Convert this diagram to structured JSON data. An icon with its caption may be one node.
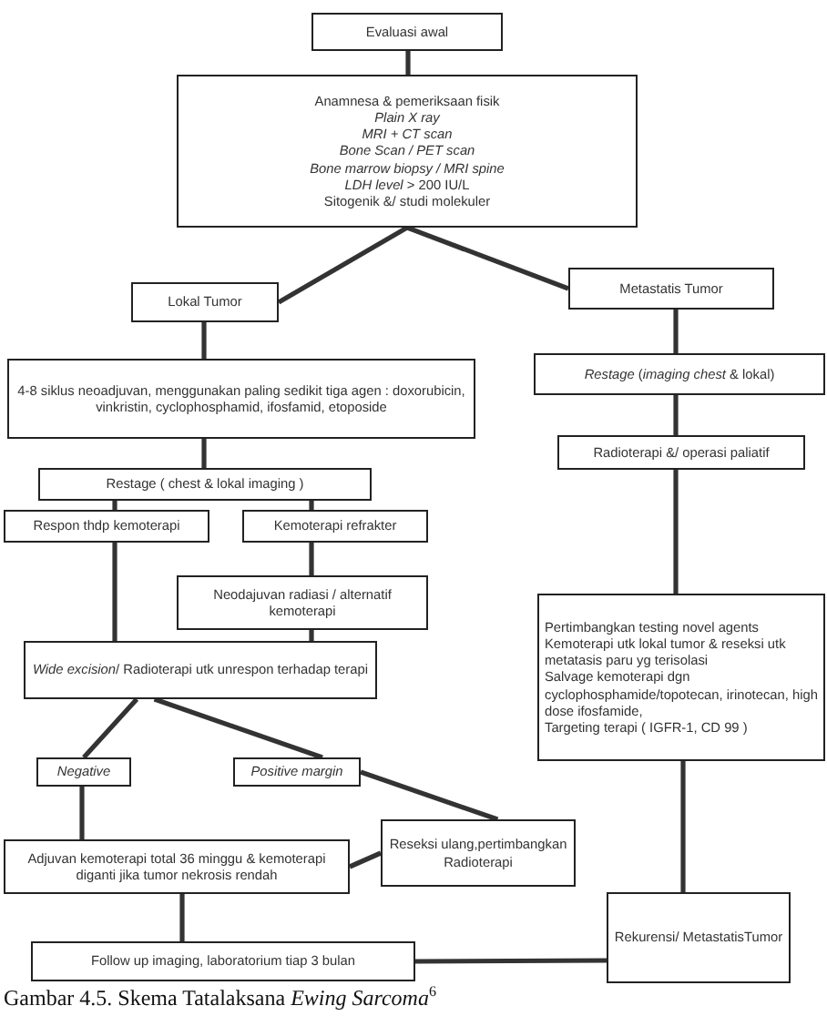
{
  "diagram": {
    "caption": "Gambar 4.5. Skema Tatalaksana *Ewing Sarcoma*$^{6}$",
    "nodes": [
      {
        "text": [
          "Evaluasi awal"
        ]
      },
      {
        "text": [
          "Anamnesa & pemeriksaan fisik",
          "Plain X ray",
          "MRI + CT scan",
          "Bone Scan / PET scan",
          "Bone marrow biopsy / MRI spine",
          "*LDH level* > 200 IU/L",
          "Sitogenik &/ studi molekuler"
        ]
      },
      {
        "text": [
          "Lokal  Tumor"
        ]
      },
      {
        "text": [
          "Metastatis Tumor"
        ]
      },
      {
        "text": [
          "4-8 siklus neoadjuvan, menggunakan paling sedikit tiga agen : doxorubicin, vinkristin, cyclophosphamid, ifosfamid, etoposide"
        ]
      },
      {
        "text": [
          "*Restage* (*imaging chest* & lokal)"
        ]
      },
      {
        "text": [
          "Radioterapi &/ operasi paliatif"
        ]
      },
      {
        "text": [
          "Restage ( chest & lokal imaging )"
        ]
      },
      {
        "text": [
          "Respon thdp kemoterapi"
        ]
      },
      {
        "text": [
          "Kemoterapi refrakter"
        ]
      },
      {
        "text": [
          "Neodajuvan radiasi / alternatif kemoterapi"
        ]
      },
      {
        "text": [
          "*Wide excision*/ Radioterapi utk unrespon terhadap terapi"
        ]
      },
      {
        "text": [
          "Pertimbangkan testing  novel agents",
          "Kemoterapi utk lokal tumor & reseksi utk metatasis paru yg terisolasi",
          "Salvage kemoterapi dgn cyclophosphamide/topotecan, irinotecan, high dose ifosfamide,",
          "Targeting terapi ( IGFR-1, CD 99 )"
        ]
      },
      {
        "text": [
          "Negative"
        ]
      },
      {
        "text": [
          "Positive margin"
        ]
      },
      {
        "text": [
          "Adjuvan kemoterapi  total 36 minggu & kemoterapi diganti jika tumor nekrosis rendah"
        ]
      },
      {
        "text": [
          "Reseksi ulang,pertimbangkan Radioterapi"
        ]
      },
      {
        "text": [
          "Follow up  imaging,  laboratorium tiap 3 bulan"
        ]
      },
      {
        "text": [
          "Rekurensi/ MetastatisTumor"
        ]
      }
    ],
    "edges": [
      {
        "from": 0,
        "to": 1,
        "arrow": "none"
      },
      {
        "from": 1,
        "to": 2,
        "arrow": "none"
      },
      {
        "from": 1,
        "to": 3,
        "arrow": "none"
      },
      {
        "from": 2,
        "to": 4,
        "arrow": "none"
      },
      {
        "from": 3,
        "to": 5,
        "arrow": "none"
      },
      {
        "from": 5,
        "to": 6,
        "arrow": "none"
      },
      {
        "from": 6,
        "to": 12,
        "arrow": "none"
      },
      {
        "from": 4,
        "to": 7,
        "arrow": "none"
      },
      {
        "from": 7,
        "to": 8,
        "arrow": "none"
      },
      {
        "from": 7,
        "to": 9,
        "arrow": "none"
      },
      {
        "from": 9,
        "to": 10,
        "arrow": "none"
      },
      {
        "from": 8,
        "to": 11,
        "arrow": "none"
      },
      {
        "from": 10,
        "to": 11,
        "arrow": "none"
      },
      {
        "from": 11,
        "to": 13,
        "arrow": "none"
      },
      {
        "from": 11,
        "to": 14,
        "arrow": "none"
      },
      {
        "from": 13,
        "to": 15,
        "arrow": "none"
      },
      {
        "from": 14,
        "to": 16,
        "arrow": "none"
      },
      {
        "from": 16,
        "to": 15,
        "arrow": "none"
      },
      {
        "from": 15,
        "to": 17,
        "arrow": "none"
      },
      {
        "from": 17,
        "to": 18,
        "arrow": "none"
      },
      {
        "from": 12,
        "to": 18,
        "arrow": "none"
      }
    ]
  }
}
